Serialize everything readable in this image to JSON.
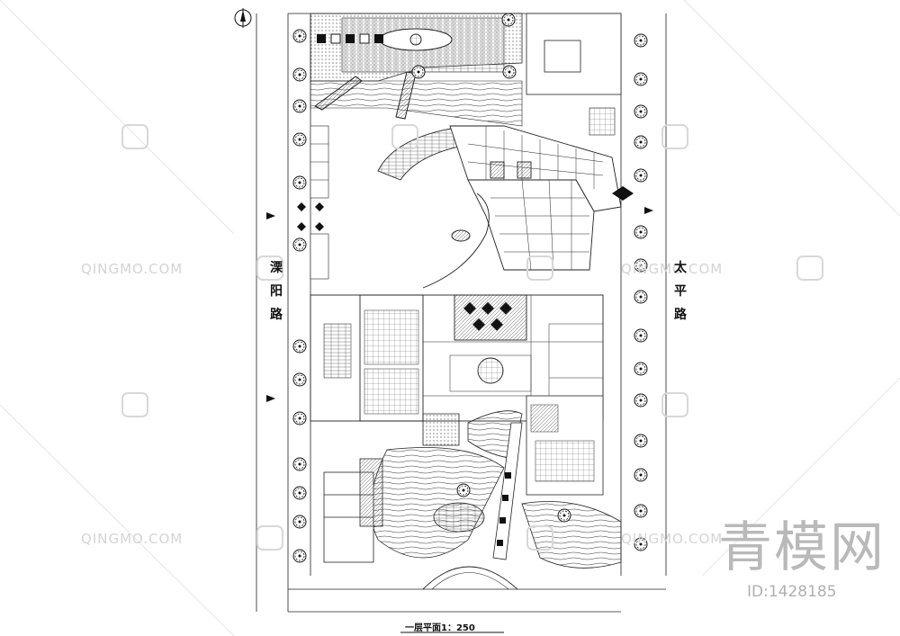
{
  "drawing": {
    "caption": "一层平面1：250",
    "road_west": "溧阳路",
    "road_east": "太平路"
  },
  "watermark": {
    "site": "QINGMO.COM",
    "brand": "青模网",
    "id": "ID:1428185"
  },
  "icons": {
    "north_arrow": "north-arrow-icon",
    "watermark_logo": "flower-logo-icon",
    "tree": "tree-symbol-icon"
  },
  "colors": {
    "line": "#1a1a1a",
    "watermark": "#d4d4d4"
  }
}
